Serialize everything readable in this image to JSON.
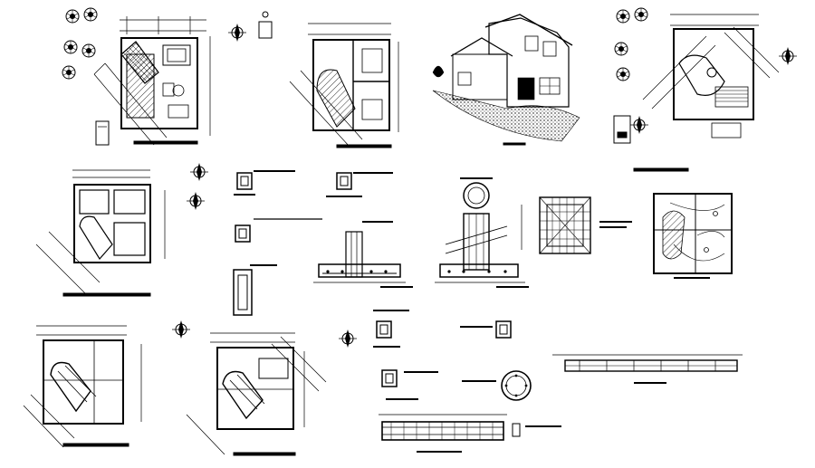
{
  "sheet": {
    "background": "#ffffff",
    "ink": "#000000",
    "hatch": "#444444"
  },
  "views": [
    {
      "id": "ground-floor-plan",
      "kind": "plan-furnished"
    },
    {
      "id": "upper-floor-plan",
      "kind": "plan"
    },
    {
      "id": "house-perspective",
      "kind": "elevation-3d"
    },
    {
      "id": "roof-plan",
      "kind": "plan"
    },
    {
      "id": "foundation-plan",
      "kind": "plan"
    },
    {
      "id": "column-sections",
      "kind": "detail"
    },
    {
      "id": "footing-section-a",
      "kind": "section"
    },
    {
      "id": "footing-section-b",
      "kind": "section"
    },
    {
      "id": "footing-reinforcement-grid",
      "kind": "detail"
    },
    {
      "id": "electrical-plan",
      "kind": "plan"
    },
    {
      "id": "structural-plan-a",
      "kind": "plan"
    },
    {
      "id": "structural-plan-b",
      "kind": "plan"
    },
    {
      "id": "beam-sections",
      "kind": "detail"
    },
    {
      "id": "round-column-section",
      "kind": "detail"
    },
    {
      "id": "slab-section",
      "kind": "section"
    },
    {
      "id": "beam-elevation",
      "kind": "section"
    }
  ],
  "icons": [
    "north-arrow-icon",
    "tree-symbol-icon",
    "car-symbol-icon"
  ]
}
